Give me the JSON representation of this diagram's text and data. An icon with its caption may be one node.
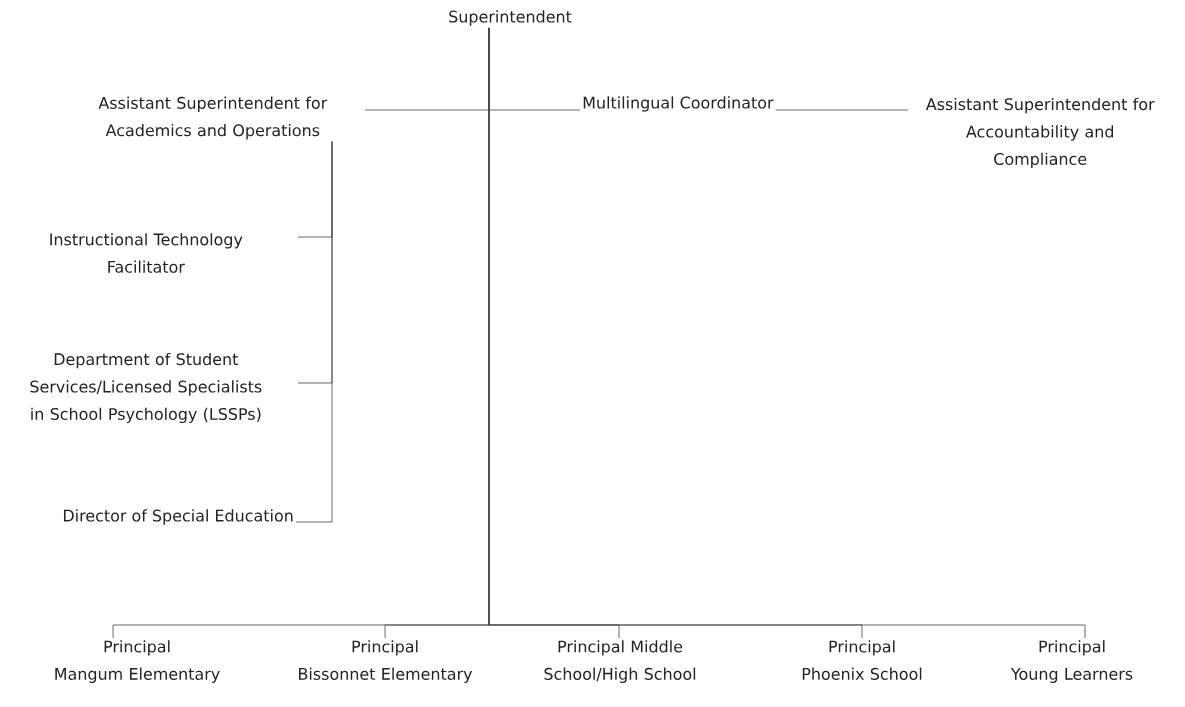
{
  "diagram": {
    "nodes": [
      {
        "text": [
          "Superintendent"
        ]
      },
      {
        "text": [
          "Assistant Superintendent for Academics and Operations"
        ]
      },
      {
        "text": [
          "Multilingual Coordinator"
        ]
      },
      {
        "text": [
          "Assistant Superintendent for Accountability and Compliance"
        ]
      },
      {
        "text": [
          "Instructional Technology Facilitator"
        ]
      },
      {
        "text": [
          "Department of Student Services/Licensed Specialists in School Psychology (LSSPs)"
        ]
      },
      {
        "text": [
          "Director of Special Education"
        ]
      },
      {
        "text": [
          "Principal Mangum Elementary"
        ]
      },
      {
        "text": [
          "Principal Bissonnet Elementary"
        ]
      },
      {
        "text": [
          "Principal Middle School/High School"
        ]
      },
      {
        "text": [
          "Principal Phoenix School"
        ]
      },
      {
        "text": [
          "Principal Young Learners"
        ]
      }
    ],
    "edges": [
      {
        "from": 0,
        "to": 1,
        "arrow": "none"
      },
      {
        "from": 0,
        "to": 2,
        "arrow": "none"
      },
      {
        "from": 2,
        "to": 3,
        "arrow": "none"
      },
      {
        "from": 1,
        "to": 4,
        "arrow": "none"
      },
      {
        "from": 1,
        "to": 5,
        "arrow": "none"
      },
      {
        "from": 1,
        "to": 6,
        "arrow": "none"
      },
      {
        "from": 0,
        "to": 7,
        "arrow": "none"
      },
      {
        "from": 0,
        "to": 8,
        "arrow": "none"
      },
      {
        "from": 0,
        "to": 9,
        "arrow": "none"
      },
      {
        "from": 0,
        "to": 10,
        "arrow": "none"
      },
      {
        "from": 0,
        "to": 11,
        "arrow": "none"
      }
    ]
  }
}
